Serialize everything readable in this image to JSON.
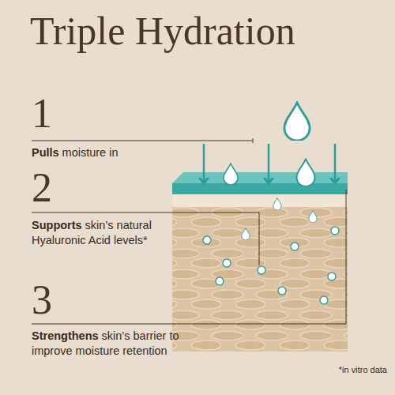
{
  "diagram": {
    "title": "Triple Hydration",
    "labels": [
      "1",
      "Pulls",
      "moisture in",
      "2",
      "Supports",
      "skin’s natural Hyaluronic Acid levels*",
      "3",
      "Strengthens",
      "skin’s barrier to improve moisture retention",
      "*in vitro data"
    ]
  }
}
